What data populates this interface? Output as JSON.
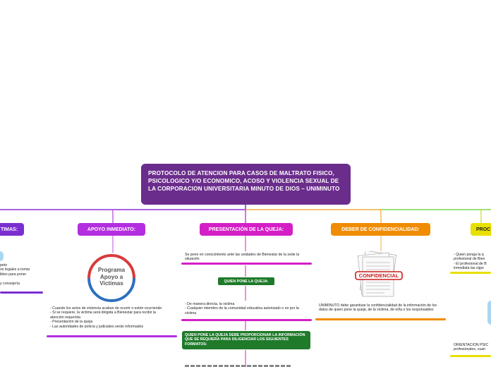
{
  "root": {
    "title": "PROTOCOLO DE ATENCION PARA CASOS DE MALTRATO FISICO, PSICOLOGICO Y/O ECONOMICO, ACOSO Y VIOLENCIA SEXUAL DE LA CORPORACION UNIVERSITARIA MINUTO DE DIOS – UNIMINUTO",
    "color": "#6b2d8c"
  },
  "branches": {
    "victimas": {
      "label": "TIMAS:",
      "color": "#7b2fd0",
      "text": "peto\nos legales a tomar\nibles para poner\n\n y consejería"
    },
    "apoyo": {
      "label": "APOYO INMEDIATO:",
      "color": "#b32ee0",
      "logo_line1": "Programa",
      "logo_line2": "Apoyo a",
      "logo_line3": "Victimas",
      "text": "- Cuando los actos de violencia acaban de ocurrir o estén ocurriendo\n- Si se requiere, la victima será dirigida a Bienestar para recibir la atención requerida\n- Presentación de la queja\n- Las autoridades de policía y judiciales serán informados"
    },
    "queja": {
      "label": "PRESENTACIÓN DE LA QUEJA:",
      "color": "#d41fc6",
      "text1": "Se pone en conocimiento ante las unidades de Bienestar de la sede la situación",
      "sub1": "QUIEN PONE LA QUEJA:",
      "text2": "- De manera directa, la victima\n- Cualquier miembro de la comunidad educativa autorizado o no por la victima",
      "sub2": "QUIEN PONE LA QUEJA DEBE PROPORCIONAR LA INFORMACIÓN QUE SE REQUIERA PARA DILIGENCIAR LOS SIGUIENTES FORMATOS:"
    },
    "confidencialidad": {
      "label": "DEBER DE CONFIDENCIALIDAD:",
      "color": "#f08c00",
      "stamp": "CONFIDENCIAL",
      "text": "UNIMINUTO debe garantizar la confidencialidad de la información de los datos de quien pone la queja, de la victima, de el/la o los responsables"
    },
    "proc": {
      "label": "PROC",
      "color": "#e8e000",
      "text1": "- Quien ponga la q\nprofesional de Bien\n- El profesional de B\ninmediata las sigui",
      "text2": "ORIENTACION PSIC\nprofesionales, cuan"
    }
  },
  "colors": {
    "line_purple": "#8a2be2",
    "line_green": "#7fd64b",
    "green_sub": "#1f7a2a",
    "red_stamp": "#cc1b1b"
  }
}
